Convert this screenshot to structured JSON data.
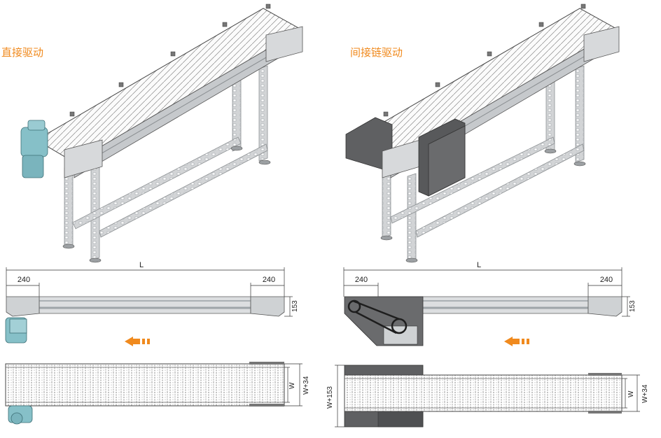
{
  "left_panel": {
    "title": "直接驱动",
    "dims": {
      "length": "L",
      "end_left": "240",
      "end_right": "240",
      "height": "153",
      "width": "W",
      "width_total": "W+34"
    }
  },
  "right_panel": {
    "title": "间接链驱动",
    "dims": {
      "length": "L",
      "end_left": "240",
      "end_right": "240",
      "height": "153",
      "width": "W",
      "width_total": "W+34",
      "width_guard": "W+153"
    }
  },
  "colors": {
    "accent": "#f08a1e",
    "motor": "#7fb8c0",
    "guard": "#5f6062",
    "frame": "#b9bcbe",
    "line": "#333333"
  }
}
